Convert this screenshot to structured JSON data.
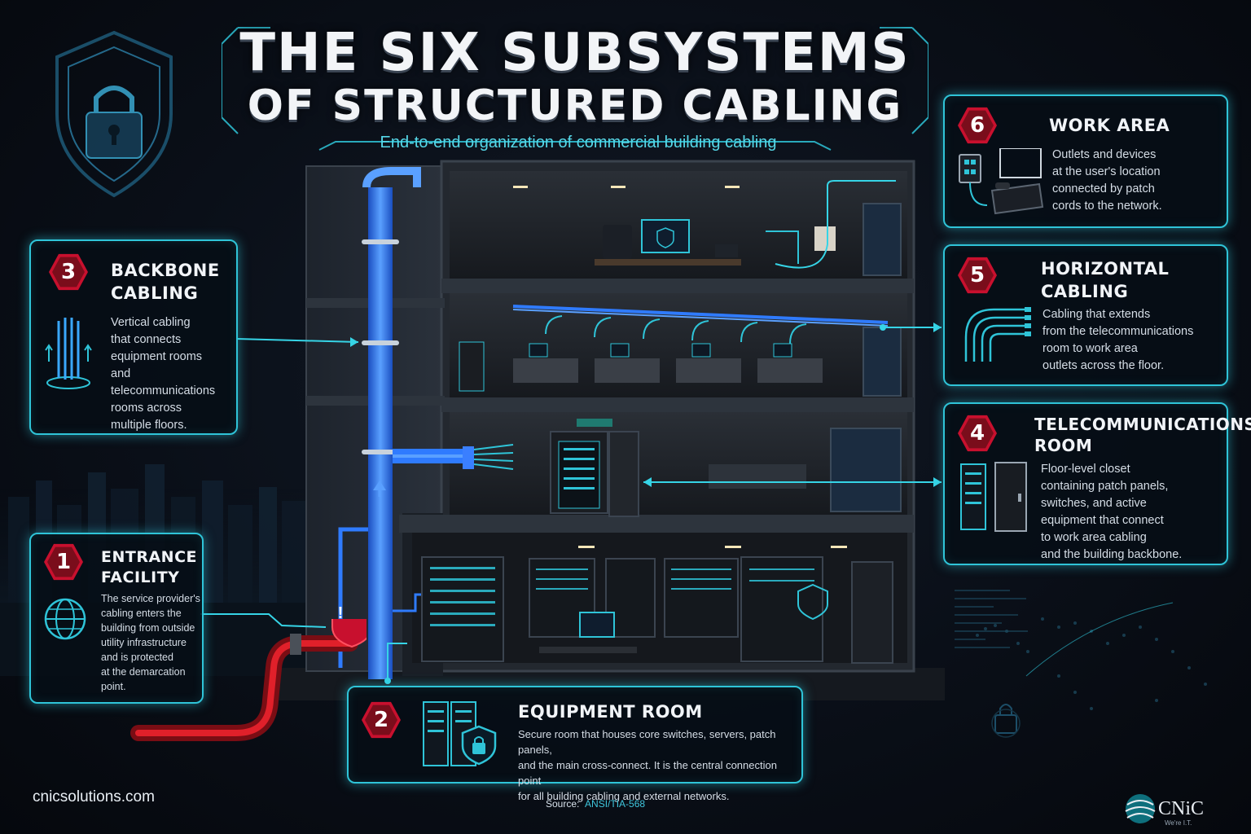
{
  "title": {
    "line1": "THE SIX SUBSYSTEMS",
    "line2": "OF STRUCTURED CABLING"
  },
  "subtitle": "End-to-end organization of commercial building cabling",
  "subsystems": [
    {
      "number": "1",
      "title": "ENTRANCE FACILITY",
      "title_lines": [
        "ENTRANCE",
        "FACILITY"
      ],
      "description_lines": [
        "The service provider's",
        "cabling enters the",
        "building from outside",
        "utility infrastructure",
        "and is protected",
        "at the demarcation",
        "point."
      ],
      "icon": "globe-icon"
    },
    {
      "number": "2",
      "title": "EQUIPMENT ROOM",
      "title_lines": [
        "EQUIPMENT ROOM"
      ],
      "description_lines": [
        "Secure room that houses core switches, servers, patch panels,",
        "and the main cross-connect. It is the central connection point",
        "for all building cabling and external networks."
      ],
      "icon": "server-shield-icon"
    },
    {
      "number": "3",
      "title": "BACKBONE CABLING",
      "title_lines": [
        "BACKBONE",
        "CABLING"
      ],
      "description_lines": [
        "Vertical cabling",
        "that connects",
        "equipment rooms",
        "and telecommunications",
        "rooms across",
        "multiple floors."
      ],
      "icon": "cable-bundle-icon"
    },
    {
      "number": "4",
      "title": "TELECOMMUNICATIONS ROOM",
      "title_lines": [
        "TELECOMMUNICATIONS",
        "ROOM"
      ],
      "description_lines": [
        "Floor-level closet",
        "containing patch panels,",
        "switches, and active",
        "equipment that connect",
        "to work area cabling",
        "and the building backbone."
      ],
      "icon": "rack-door-icon"
    },
    {
      "number": "5",
      "title": "HORIZONTAL CABLING",
      "title_lines": [
        "HORIZONTAL",
        "CABLING"
      ],
      "description_lines": [
        "Cabling that extends",
        "from the telecommunications",
        "room to work area",
        "outlets across the floor."
      ],
      "icon": "horizontal-cables-icon"
    },
    {
      "number": "6",
      "title": "WORK AREA",
      "title_lines": [
        "WORK AREA"
      ],
      "description_lines": [
        "Outlets and devices",
        "at the user's location",
        "connected by patch",
        "cords to the network."
      ],
      "icon": "outlet-phone-icon"
    }
  ],
  "footer": {
    "website": "cnicsolutions.com",
    "source_label": "Source:",
    "source_value": "ANSI/TIA-568"
  },
  "logo": {
    "name": "CNiC",
    "tagline": "We're I.T."
  },
  "colors": {
    "accent": "#2fc4d8",
    "badge": "#c8102e",
    "backbone": "#2f7bff",
    "entrance_cable": "#e0202a",
    "background": "#070b12"
  }
}
